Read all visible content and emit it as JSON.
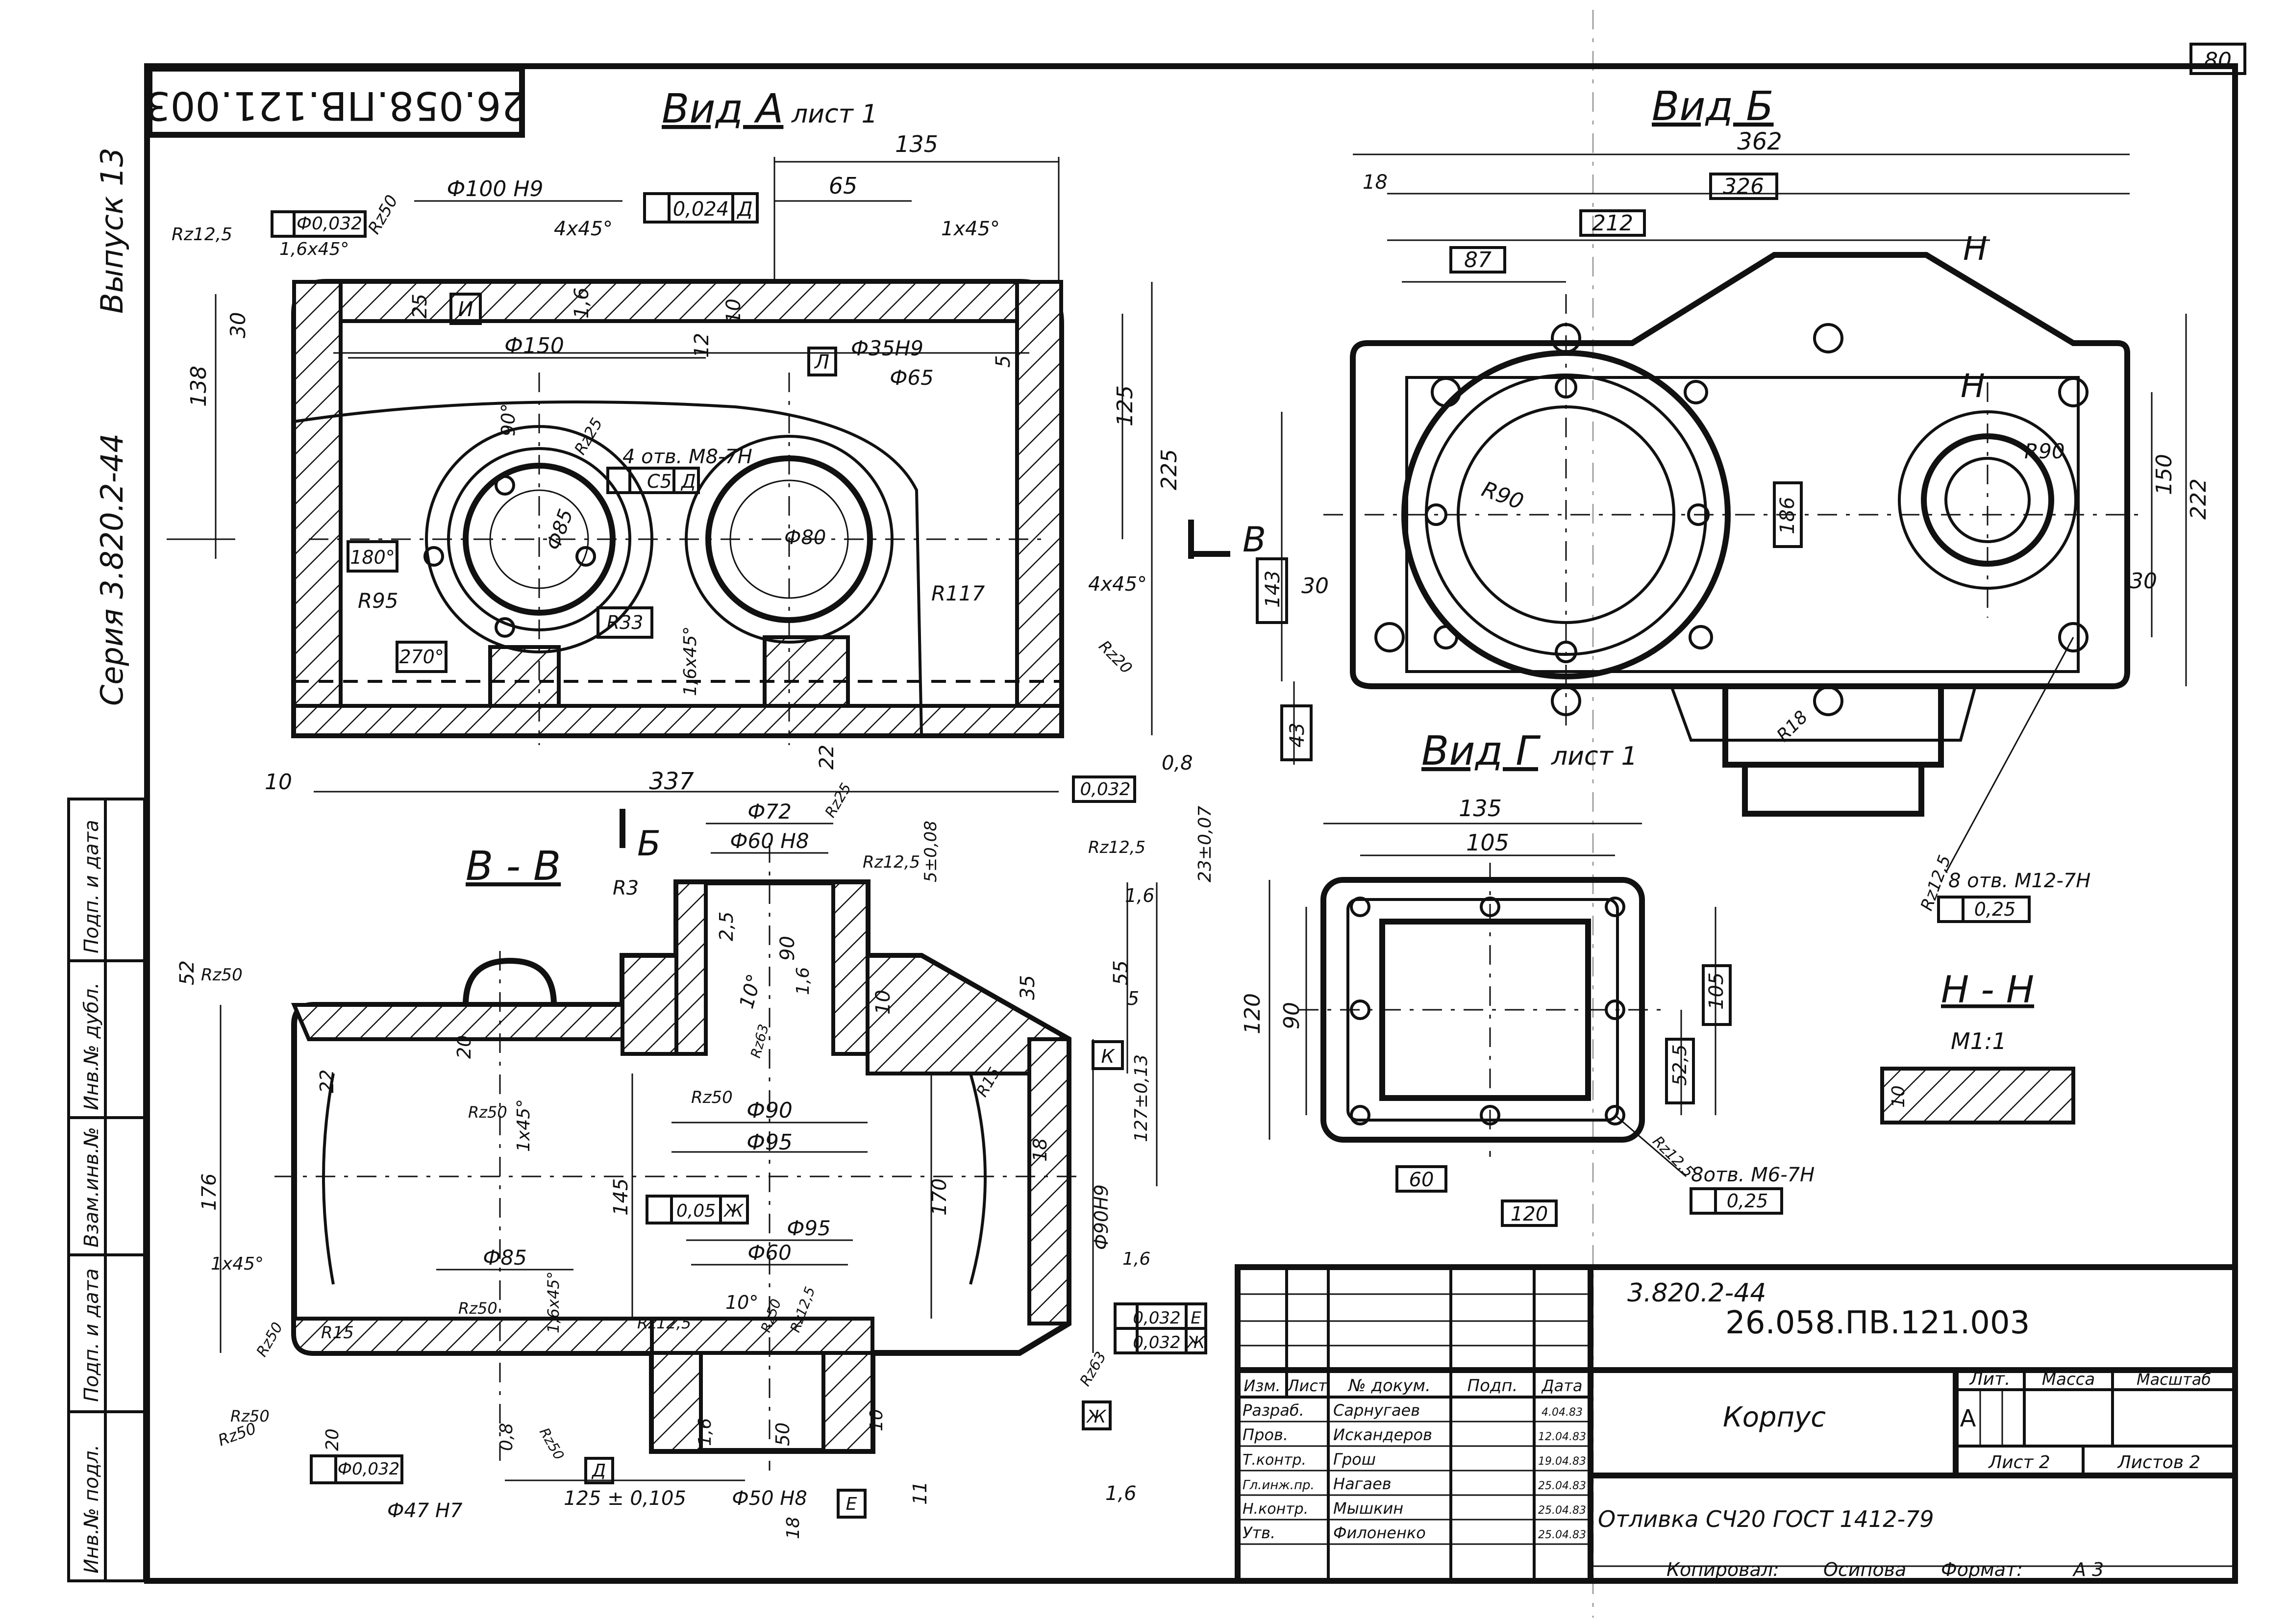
{
  "page": {
    "sheet_number": "80",
    "doc_code_rotated": "26.058.ПВ.121.003",
    "series_label": "Серия  3.820.2-44",
    "issue_label": "Выпуск 13"
  },
  "side_stamps": [
    "Инв.№ подл.",
    "Подп. и дата",
    "Взам.инв.№",
    "Инв.№ дубл.",
    "Подп. и дата"
  ],
  "views": {
    "view_a": {
      "title": "Вид А",
      "subtitle": "лист 1"
    },
    "view_b": {
      "title": "Вид Б"
    },
    "view_g": {
      "title": "Вид Г",
      "subtitle": "лист 1"
    },
    "section_vv": {
      "title": "В - В"
    },
    "section_nn": {
      "title": "Н - Н",
      "scale": "М1:1"
    }
  },
  "dims_a": {
    "d135": "135",
    "d65": "65",
    "phi100": "Ф100 Н9",
    "tol_flat": "0,024",
    "tol_flat_ref": "Д",
    "tol_perp": "Ф0,032",
    "rz125": "Rz12,5",
    "ch16": "1,6х45°",
    "rz50": "Rz50",
    "ch4": "4х45°",
    "ch1": "1х45°",
    "d30": "30",
    "d25": "25",
    "ref_u": "И",
    "d16": "1,6",
    "d10": "10",
    "d12": "12",
    "phi150": "Ф150",
    "phi35": "Ф35Н9",
    "phi65": "Ф65",
    "ref_l": "Л",
    "d5": "5",
    "d125": "125",
    "d225": "225",
    "d138": "138",
    "a90": "90°",
    "holes": "4 отв. М8-7Н",
    "pos_tol": "С5",
    "pos_ref": "Д",
    "rz25": "Rz25",
    "phi85": "Ф85",
    "phi80": "Ф80",
    "a180": "180°",
    "r95": "R95",
    "r117": "R117",
    "ch4b": "4х45°",
    "r33": "R33",
    "a270": "270°",
    "ch16b": "1,6х45°",
    "rz20": "Rz20",
    "d10b": "10",
    "d337": "337",
    "d22": "22",
    "d08": "0,8",
    "tol_sq": "0,032",
    "cut_v": "В"
  },
  "dims_b": {
    "d362": "362",
    "d326": "326",
    "d18": "18",
    "d212": "212",
    "d87": "87",
    "cut_h": "Н",
    "r90a": "R90",
    "r90b": "R90",
    "d186": "186",
    "d150": "150",
    "d222": "222",
    "d143": "143",
    "d30a": "30",
    "d30b": "30",
    "d43": "43",
    "r18": "R18",
    "rz125": "Rz12,5",
    "holes": "8 отв. М12-7Н",
    "pos": "0,25"
  },
  "dims_g": {
    "d135": "135",
    "d105a": "105",
    "d120": "120",
    "d90": "90",
    "d105b": "105",
    "d525": "52,5",
    "d60": "60",
    "d120b": "120",
    "rz125": "Rz12,5",
    "holes": "8отв. М6-7Н",
    "pos": "0,25"
  },
  "dims_vv": {
    "cut_b": "Б",
    "phi72": "Ф72",
    "phi60h8": "Ф60 Н8",
    "rz25": "Rz25",
    "d5": "5±0,08",
    "d23": "23±0,07",
    "rz125a": "Rz12,5",
    "rz125b": "Rz12,5",
    "d16a": "1,6",
    "r3": "R3",
    "d52": "52",
    "rz50a": "Rz50",
    "d25": "2,5",
    "d90": "90",
    "a10": "10°",
    "d16b": "1,6",
    "d55": "55",
    "d35": "35",
    "d10": "10",
    "d5b": "5",
    "rz63": "Rz63",
    "rz50b": "Rz50",
    "d20": "20",
    "d22": "22",
    "rz50c": "Rz50",
    "ch1": "1х45°",
    "d127": "127±0,13",
    "ref_k": "К",
    "r15a": "R15",
    "phi90": "Ф90",
    "phi95": "Ф95",
    "d18": "18",
    "d176": "176",
    "d145": "145",
    "tol_par": "0,05",
    "tol_par_ref": "Ж",
    "phi95b": "Ф95",
    "d170": "170",
    "phi90h9": "Ф90Н9",
    "d16c": "1,6",
    "ch1b": "1х45°",
    "phi85": "Ф85",
    "rz50d": "Rz50",
    "ch16": "1,6х45°",
    "phi60": "Ф60",
    "a10b": "10°",
    "rz125c": "Rz12,5",
    "rz50e": "Rz50",
    "rz125d": "Rz12,5",
    "rz50f": "Rz50",
    "r15b": "R15",
    "tol_perp1": "0,032",
    "tol_perp1_ref": "Е",
    "tol_perp2": "0,032",
    "tol_perp2_ref": "Ж",
    "rz50g": "Rz50",
    "d20b": "20",
    "d08": "0,8",
    "rz50h": "Rz50",
    "ref_d": "Д",
    "d16d": "1,6",
    "d50": "50",
    "d10b": "10",
    "rz63b": "Rz63",
    "ref_zh": "Ж",
    "tol_perp3": "Ф0,032",
    "phi47": "Ф47 Н7",
    "d125": "125 ± 0,105",
    "phi50h8": "Ф50 Н8",
    "ref_e": "Е",
    "d18b": "18",
    "d11": "11",
    "d16e": "1,6",
    "rz50i": "Rz50"
  },
  "nn_dim": "10",
  "title_block": {
    "series_code": "3.820.2-44",
    "doc_code": "26.058.ПВ.121.003",
    "part_name": "Корпус",
    "material": "Отливка СЧ20 ГОСТ 1412-79",
    "headers": [
      "Изм.",
      "Лист",
      "№ докум.",
      "Подп.",
      "Дата"
    ],
    "roles": [
      {
        "role": "Разраб.",
        "name": "Сарнугаев",
        "date": "4.04.83"
      },
      {
        "role": "Пров.",
        "name": "Искандеров",
        "date": "12.04.83"
      },
      {
        "role": "Т.контр.",
        "name": "Грош",
        "date": "19.04.83"
      },
      {
        "role": "Гл.инж.пр.",
        "name": "Нагаев",
        "date": "25.04.83"
      },
      {
        "role": "Н.контр.",
        "name": "Мышкин",
        "date": "25.04.83"
      },
      {
        "role": "Утв.",
        "name": "Филоненко",
        "date": "25.04.83"
      }
    ],
    "lit_label": "Лит.",
    "mass_label": "Масса",
    "scale_label": "Масштаб",
    "lit_value": "А",
    "sheet_label": "Лист 2",
    "sheets_label": "Листов 2",
    "copied_label": "Копировал:",
    "copied_name": "Осипова",
    "format_label": "Формат:",
    "format_value": "А 3"
  },
  "colors": {
    "ink": "#111111",
    "paper": "#ffffff"
  }
}
